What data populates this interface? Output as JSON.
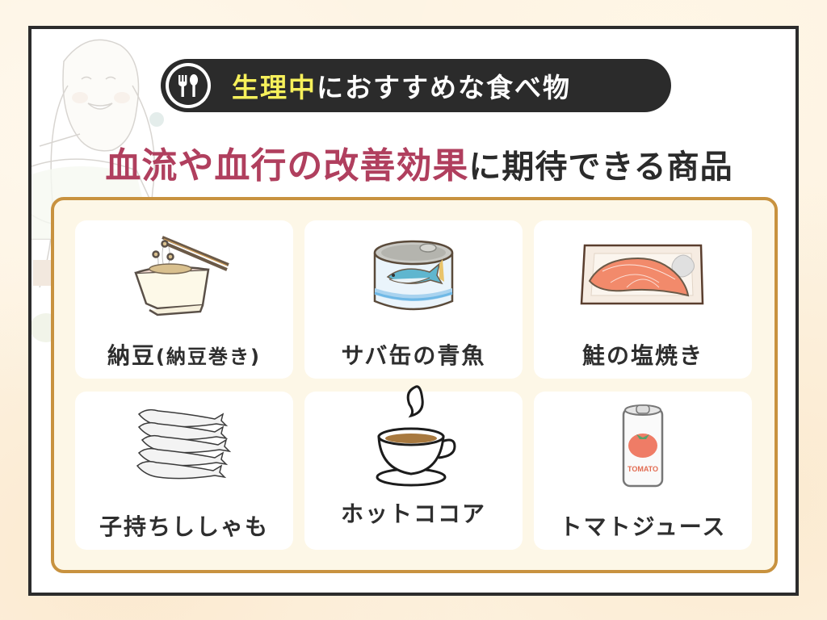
{
  "header": {
    "icon": "fork-spoon-icon",
    "title_highlight": "生理中",
    "title_rest": "におすすめな食べ物",
    "colors": {
      "pill_bg": "#2b2b2b",
      "highlight": "#f6f05b",
      "text": "#ffffff"
    }
  },
  "subtitle": {
    "accent": "血流や血行の改善効果",
    "rest": "に期待できる商品",
    "colors": {
      "accent": "#b03f5e",
      "text": "#2b2b2b"
    }
  },
  "panel": {
    "border_color": "#c8923f",
    "bg_color": "#fdf7e7"
  },
  "items": [
    {
      "label_main": "納豆",
      "label_sub": "(納豆巻き)",
      "icon": "natto-icon"
    },
    {
      "label_main": "サバ缶の青魚",
      "label_sub": "",
      "icon": "mackerel-can-icon"
    },
    {
      "label_main": "鮭の塩焼き",
      "label_sub": "",
      "icon": "grilled-salmon-icon"
    },
    {
      "label_main": "子持ちししゃも",
      "label_sub": "",
      "icon": "shishamo-icon"
    },
    {
      "label_main": "ホットココア",
      "label_sub": "",
      "icon": "hot-cocoa-icon"
    },
    {
      "label_main": "トマトジュース",
      "label_sub": "",
      "icon": "tomato-juice-icon",
      "can_text": "TOMATO"
    }
  ]
}
